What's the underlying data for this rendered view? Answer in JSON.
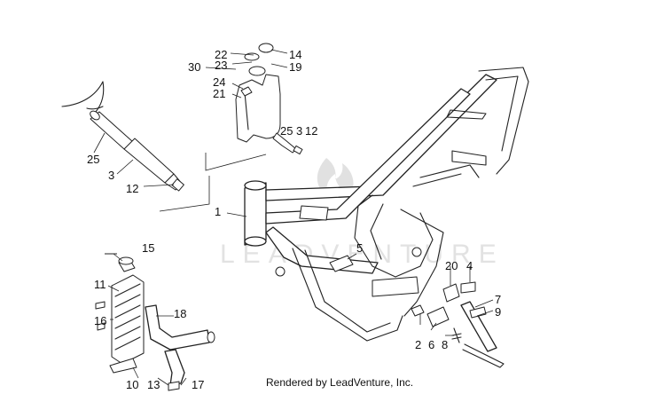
{
  "footer_text": "Rendered by LeadVenture, Inc.",
  "watermark_text": "LEADVENTURE",
  "callouts": {
    "c1": "1",
    "c2": "2",
    "c3a": "3",
    "c3b": "3",
    "c4": "4",
    "c5": "5",
    "c6": "6",
    "c7": "7",
    "c8": "8",
    "c9": "9",
    "c10": "10",
    "c11": "11",
    "c12a": "12",
    "c12b": "12",
    "c13": "13",
    "c14": "14",
    "c15": "15",
    "c16": "16",
    "c17": "17",
    "c18": "18",
    "c19": "19",
    "c20": "20",
    "c21": "21",
    "c22": "22",
    "c23": "23",
    "c24": "24",
    "c25a": "25",
    "c25b": "25",
    "c30": "30"
  }
}
